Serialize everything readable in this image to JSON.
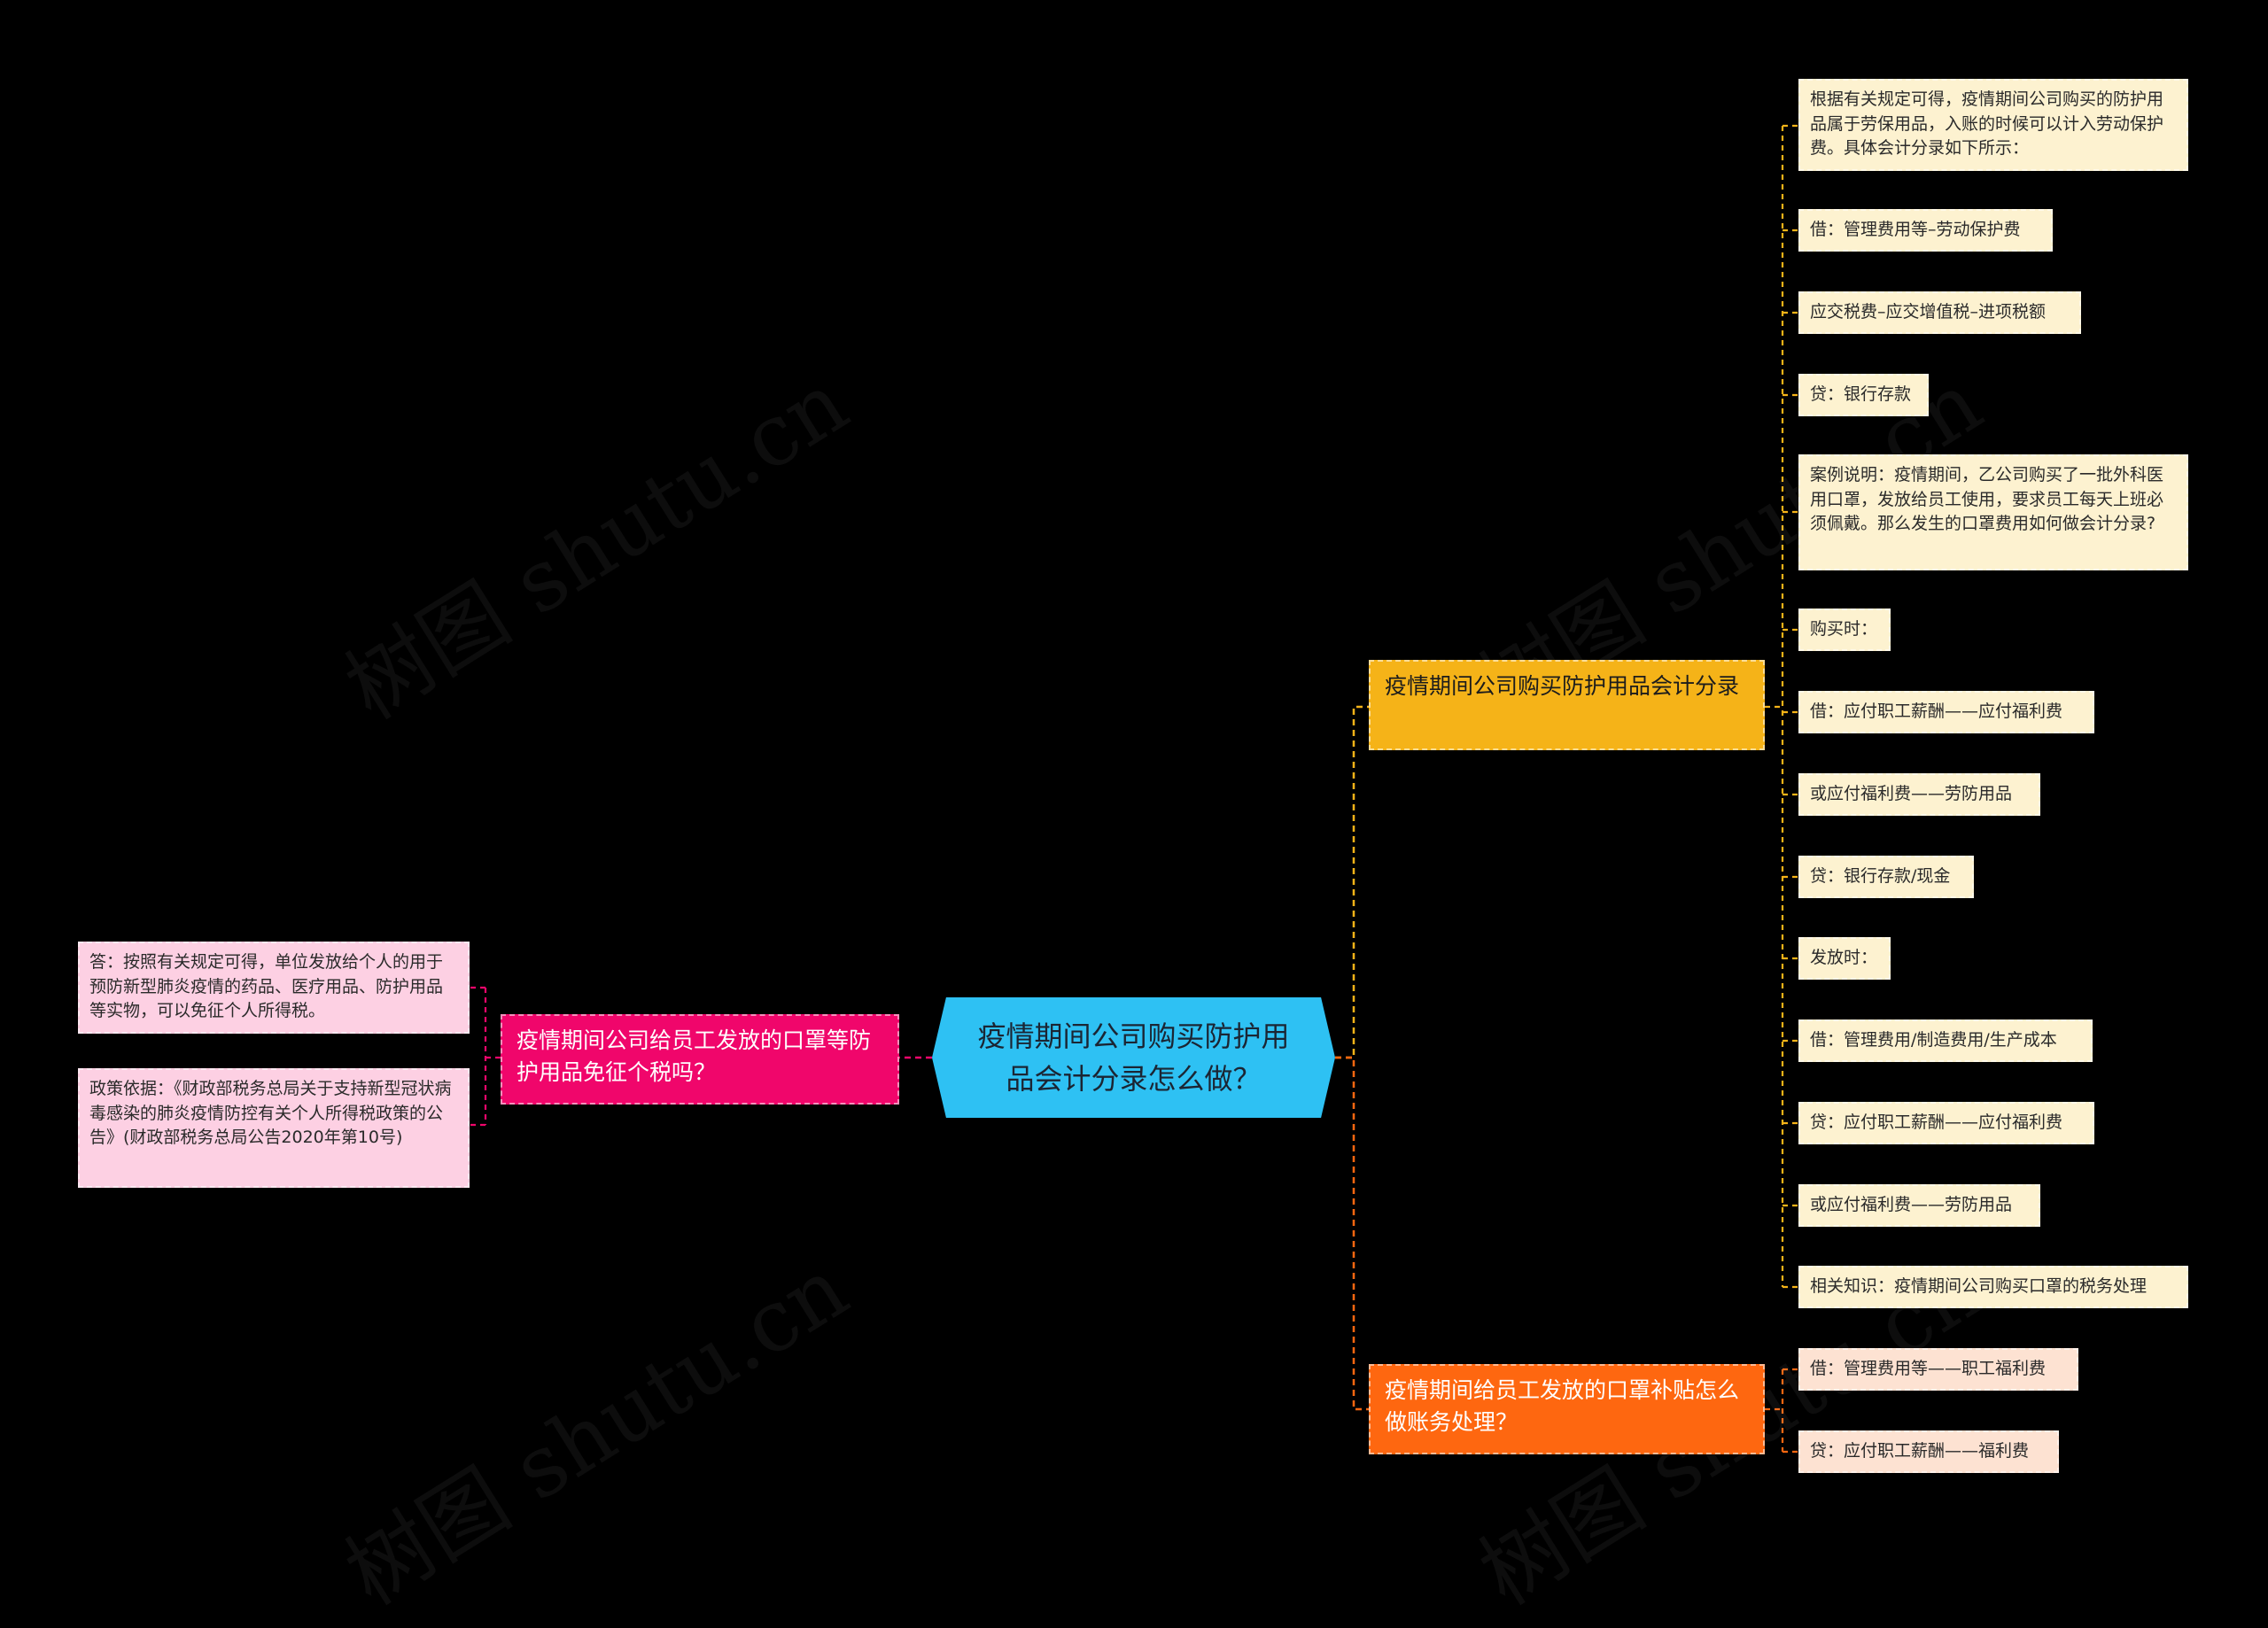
{
  "center": {
    "label": "疫情期间公司购买防护用品会计分录怎么做？"
  },
  "branches": {
    "top": {
      "label": "疫情期间公司购买防护用品会计分录",
      "leaves": [
        "根据有关规定可得，疫情期间公司购买的防护用品属于劳保用品，入账的时候可以计入劳动保护费。具体会计分录如下所示：",
        "借：管理费用等–劳动保护费",
        "应交税费–应交增值税–进项税额",
        "贷：银行存款",
        "案例说明：疫情期间，乙公司购买了一批外科医用口罩，发放给员工使用，要求员工每天上班必须佩戴。那么发生的口罩费用如何做会计分录?",
        "购买时：",
        "借：应付职工薪酬——应付福利费",
        "或应付福利费——劳防用品",
        "贷：银行存款/现金",
        "发放时：",
        "借：管理费用/制造费用/生产成本",
        "贷：应付职工薪酬——应付福利费",
        "或应付福利费——劳防用品",
        "相关知识：疫情期间公司购买口罩的税务处理"
      ]
    },
    "bottom": {
      "label": "疫情期间给员工发放的口罩补贴怎么做账务处理？",
      "leaves": [
        "借：管理费用等——职工福利费",
        "贷：应付职工薪酬——福利费"
      ]
    },
    "left": {
      "label": "疫情期间公司给员工发放的口罩等防护用品免征个税吗？",
      "leaves": [
        "答：按照有关规定可得，单位发放给个人的用于预防新型肺炎疫情的药品、医疗用品、防护用品等实物，可以免征个人所得税。",
        "政策依据：《财政部税务总局关于支持新型冠状病毒感染的肺炎疫情防控有关个人所得税政策的公告》(财政部税务总局公告2020年第10号)"
      ]
    }
  },
  "watermark": "树图 shutu.cn",
  "colors": {
    "background": "#000000",
    "center": "#2ec1f3",
    "branch_top": "#f5b318",
    "branch_bottom": "#fe6710",
    "branch_left": "#f0066b",
    "leaf_top": "#fdf2d0",
    "leaf_bottom": "#fde2d2",
    "leaf_left": "#fdd0e3"
  }
}
